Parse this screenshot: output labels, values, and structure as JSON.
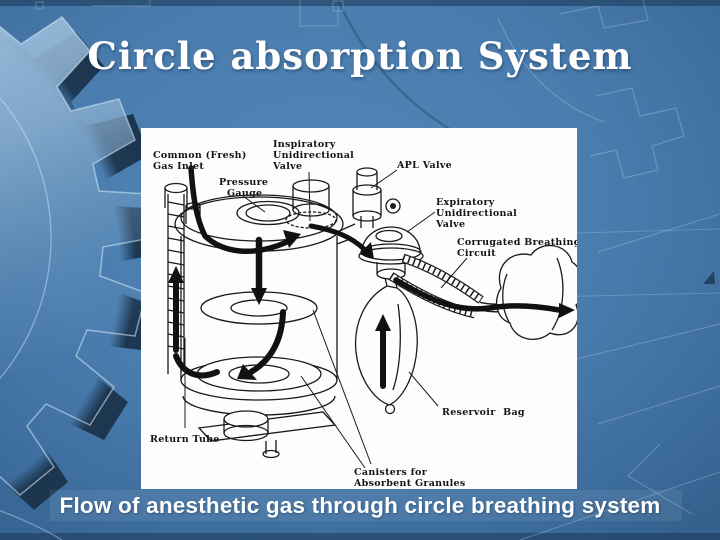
{
  "slide": {
    "title": "Circle absorption System",
    "caption": "Flow of anesthetic gas through circle breathing system"
  },
  "diagram": {
    "labels": {
      "common_gas_inlet": [
        "Common (Fresh)",
        "Gas Inlet"
      ],
      "pressure_gauge": [
        "Pressure",
        "Gauge"
      ],
      "inspiratory_valve": [
        "Inspiratory",
        "Unidirectional",
        "Valve"
      ],
      "apl_valve": "APL Valve",
      "expiratory_valve": [
        "Expiratory",
        "Unidirectional",
        "Valve"
      ],
      "corrugated_circuit": [
        "Corrugated Breathing",
        "Circuit"
      ],
      "reservoir_bag": "Reservoir Bag",
      "return_tube": "Return Tube",
      "canisters": [
        "Canisters for",
        "Absorbent Granules"
      ]
    }
  },
  "colors": {
    "background": "#4a7dae",
    "background_top": "#3a6da2",
    "background_bottom": "#33608c",
    "gear_light": "#8fb4d6",
    "gear_dark": "#1d3850",
    "title_text": "#ffffff",
    "caption_text": "#ffffff",
    "diagram_ink": "#1a1a1a",
    "diagram_paper": "#fdfdfd"
  }
}
